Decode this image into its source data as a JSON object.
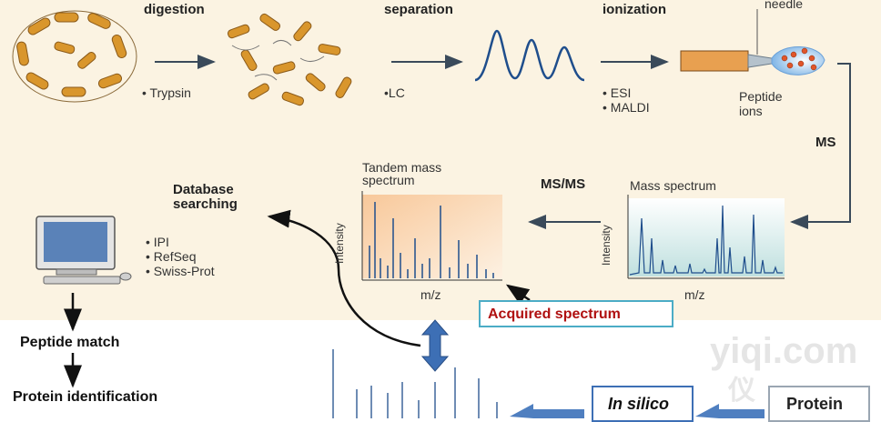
{
  "steps": {
    "digestion": "digestion",
    "digestion_note": "• Trypsin",
    "separation": "separation",
    "separation_note": "•LC",
    "ionization": "ionization",
    "ionization_notes": [
      "• ESI",
      "• MALDI"
    ],
    "needle": "needle",
    "peptide_ions": [
      "Peptide",
      "ions"
    ]
  },
  "ms_label": "MS",
  "msms_label": "MS/MS",
  "mass_spectrum": {
    "title": "Mass spectrum",
    "ylabel": "Intensity",
    "xlabel": "m/z"
  },
  "tandem_spectrum": {
    "title": [
      "Tandem mass",
      "spectrum"
    ],
    "ylabel": "Intensity",
    "xlabel": "m/z"
  },
  "database": {
    "title": [
      "Database",
      "searching"
    ],
    "items": [
      "• IPI",
      "• RefSeq",
      "• Swiss-Prot"
    ]
  },
  "lower": {
    "peptide_match": "Peptide match",
    "protein_identification": "Protein identification",
    "acquired_spectrum": "Acquired  spectrum",
    "in_silico": "In silico",
    "protein": "Protein"
  },
  "watermark": [
    "yiqi.com",
    "仪"
  ],
  "colors": {
    "arrow": "#3a4a5a",
    "peak": "#1f4e8c",
    "helix": "#d9962c",
    "blue_arrow": "#3d6fb5",
    "acquired_text": "#b01010",
    "acquired_border": "#4bacc6"
  }
}
